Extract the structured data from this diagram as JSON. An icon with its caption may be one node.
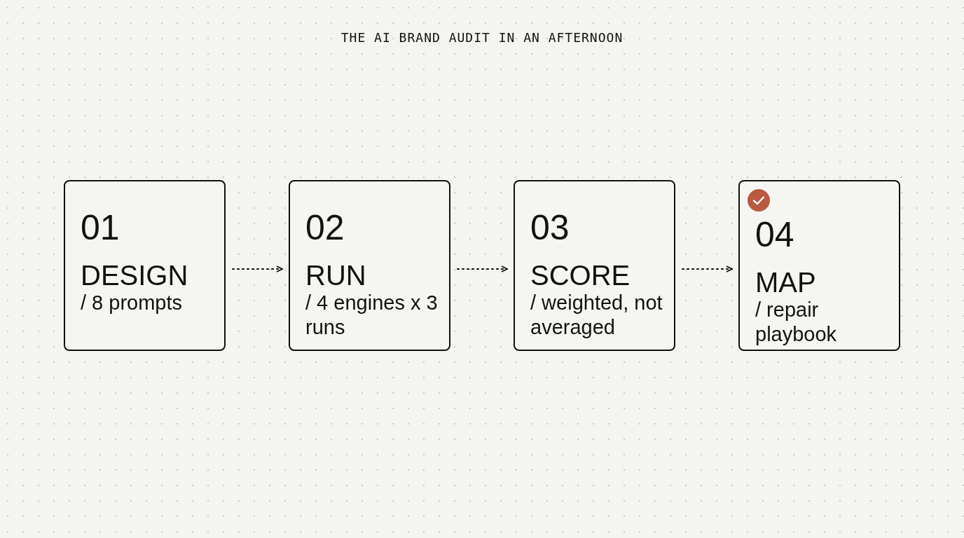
{
  "diagram": {
    "title": "THE AI BRAND AUDIT IN AN AFTERNOON",
    "nodes": [
      {
        "text": [
          "01",
          "DESIGN",
          "/ 8 prompts"
        ]
      },
      {
        "text": [
          "02",
          "RUN",
          "/ 4 engines x 3 runs"
        ]
      },
      {
        "text": [
          "03",
          "SCORE",
          "/ weighted, not averaged"
        ]
      },
      {
        "text": [
          "04",
          "MAP",
          "/ repair playbook"
        ]
      }
    ],
    "edges": [
      {
        "from": 0,
        "to": 1,
        "arrow": "to"
      },
      {
        "from": 1,
        "to": 2,
        "arrow": "to"
      },
      {
        "from": 2,
        "to": 3,
        "arrow": "to"
      }
    ]
  }
}
